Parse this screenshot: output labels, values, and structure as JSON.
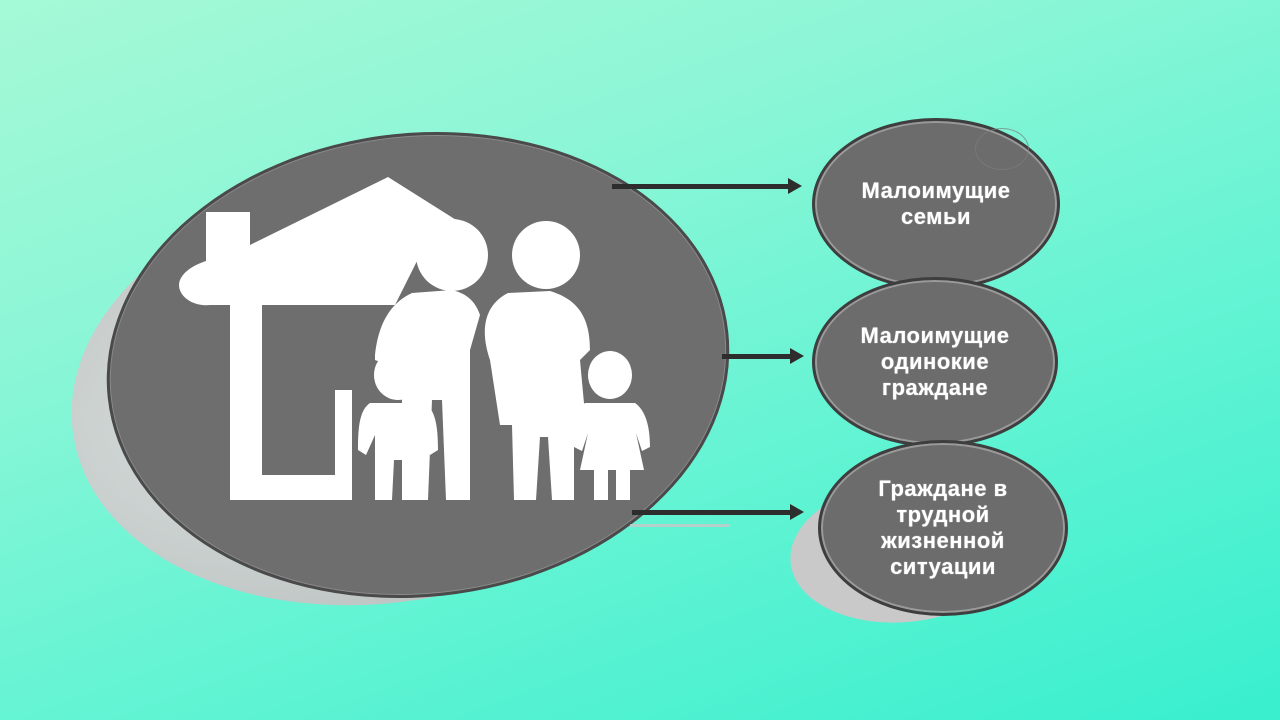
{
  "diagram": {
    "center": {
      "icon": "house-family-icon",
      "description": "House silhouette with two adults and two children"
    },
    "categories": [
      {
        "id": "low-income-families",
        "label": "Малоимущие\nсемьи"
      },
      {
        "id": "low-income-single-citizens",
        "label": "Малоимущие\nодинокие\nграждане"
      },
      {
        "id": "citizens-difficult-situation",
        "label": "Граждане в\nтрудной\nжизненной\nситуации"
      }
    ],
    "connectors": [
      {
        "from": "center",
        "to": "low-income-families",
        "type": "arrow"
      },
      {
        "from": "center",
        "to": "low-income-single-citizens",
        "type": "arrow"
      },
      {
        "from": "center",
        "to": "citizens-difficult-situation",
        "type": "arrow"
      }
    ]
  },
  "colors": {
    "background_start": "#a5f9d6",
    "background_end": "#38efce",
    "disc_fill": "#6e6e6e",
    "disc_border": "#4a4a4a",
    "disc_shadow": "#c9c9c9",
    "icon_fill": "#ffffff",
    "arrow": "#2d2d2d",
    "text": "#ffffff"
  }
}
